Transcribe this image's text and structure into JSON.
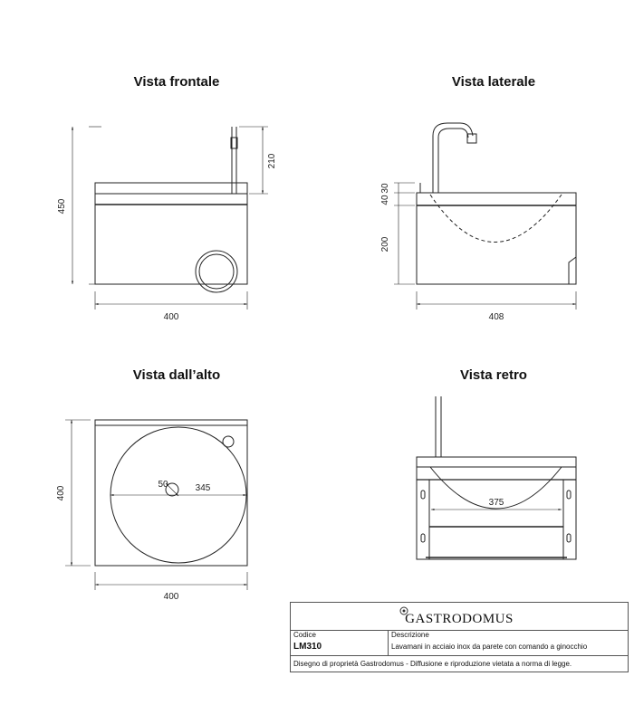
{
  "views": {
    "front": {
      "title": "Vista frontale",
      "dim_height": "450",
      "dim_spout": "210",
      "dim_width": "400"
    },
    "side": {
      "title": "Vista laterale",
      "dim_top_a": "40",
      "dim_top_b": "30",
      "dim_mid": "200",
      "dim_width": "408"
    },
    "top": {
      "title": "Vista dall’alto",
      "dim_depth": "400",
      "dim_width": "400",
      "dim_drain": "50",
      "dim_bowl": "345"
    },
    "back": {
      "title": "Vista retro",
      "dim_bowl": "375"
    }
  },
  "title_block": {
    "brand": "GASTRODOMUS",
    "code_label": "Codice",
    "code_value": "LM310",
    "desc_label": "Descrizione",
    "desc_value": "Lavamani in acciaio inox da parete con comando a ginocchio",
    "footer": "Disegno di proprietà Gastrodomus - Diffusione e riproduzione vietata a norma di legge."
  }
}
